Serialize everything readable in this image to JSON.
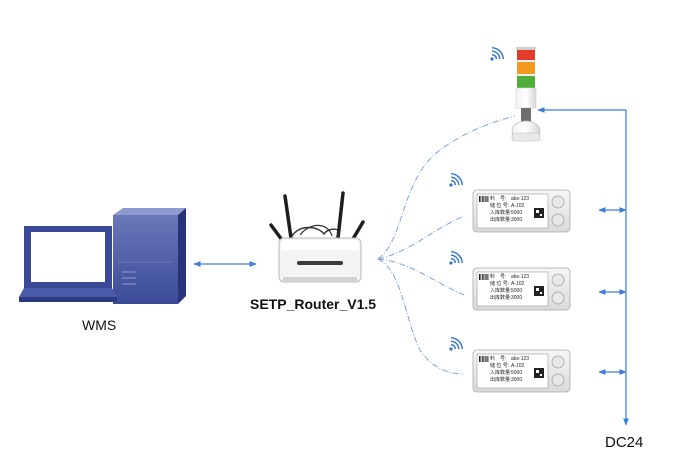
{
  "labels": {
    "wms": "WMS",
    "router": "SETP_Router_V1.5",
    "power": "DC24"
  },
  "tag_rows": [
    {
      "key": "料　号:",
      "value": "abs-123"
    },
    {
      "key": "储 位 号:",
      "value": "A-102"
    },
    {
      "key": "入库数量:",
      "value": "5000"
    },
    {
      "key": "出库数量:",
      "value": "3000"
    }
  ],
  "colors": {
    "wire": "#3b7dd8",
    "wireless": "#7ea4d6",
    "signal": "#2e74d0",
    "computer_body": "#3a4a98",
    "light_red": "#e33b2c",
    "light_orange": "#f29a1f",
    "light_green": "#4fae3a"
  },
  "icons": [
    "computer-icon",
    "router-icon",
    "tower-light-icon",
    "wifi-signal-icon",
    "e-label-tag-icon"
  ]
}
